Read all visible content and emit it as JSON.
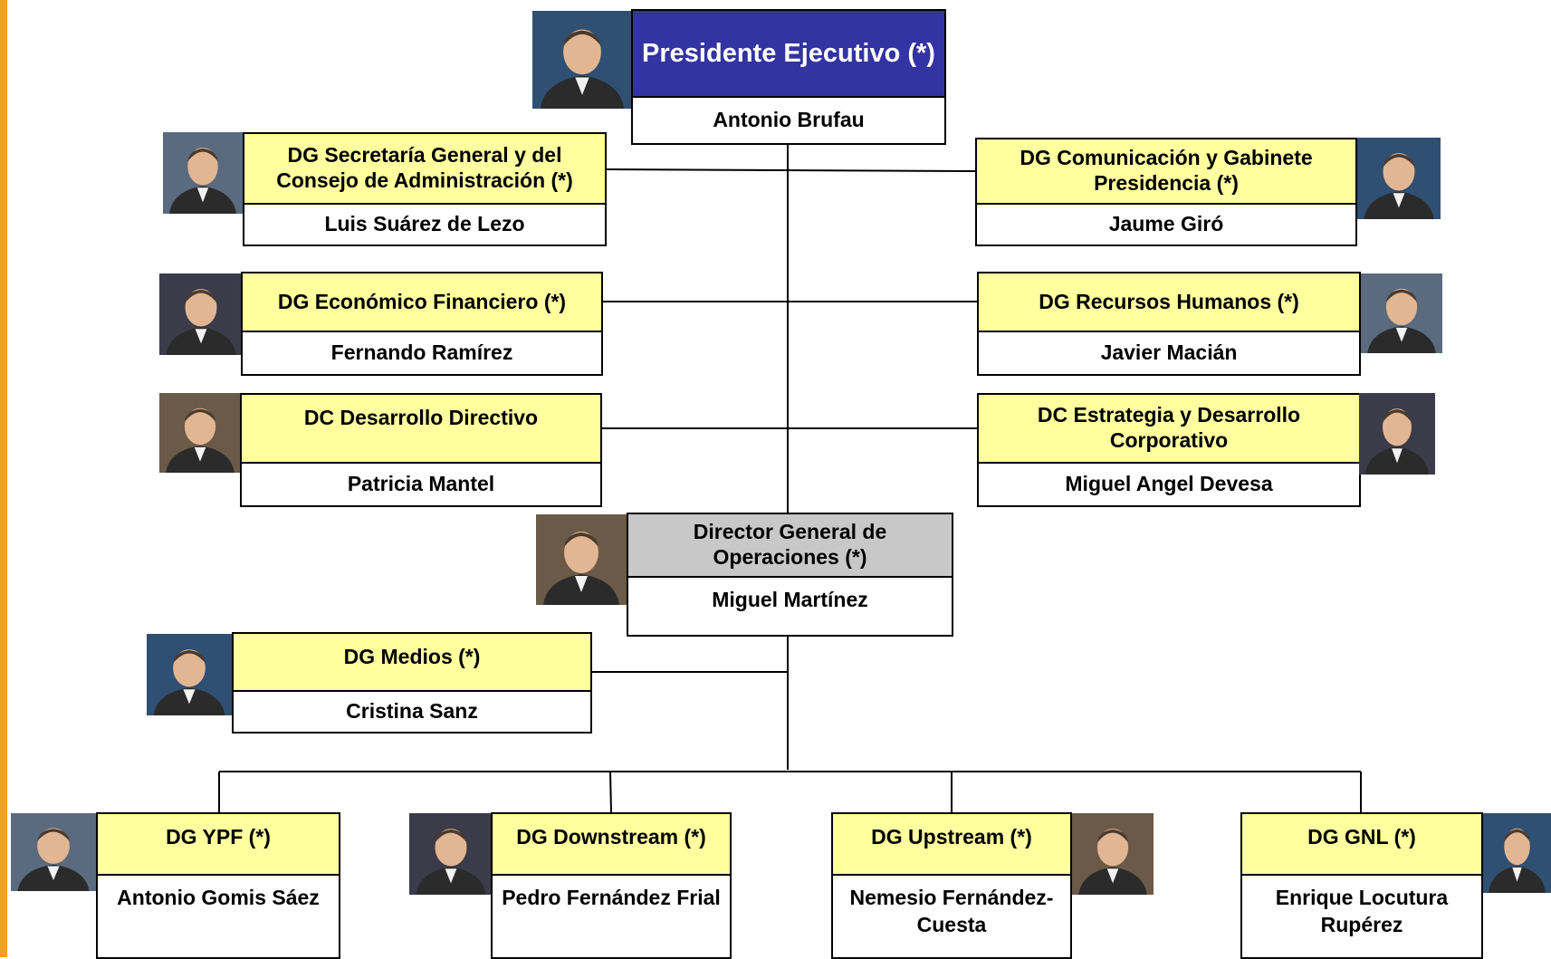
{
  "colors": {
    "accent_bar": "#f4a11e",
    "president_box": "#3333a3",
    "operations_box": "#c8c8c8",
    "director_box": "#ffffa0"
  },
  "president": {
    "title": "Presidente Ejecutivo (*)",
    "name": "Antonio Brufau",
    "photo": "portrait-photo"
  },
  "left_units": [
    {
      "title": "DG Secretaría General y del Consejo de Administración (*)",
      "name": "Luis Suárez de Lezo",
      "photo": "portrait-photo"
    },
    {
      "title": "DG Económico Financiero (*)",
      "name": "Fernando Ramírez",
      "photo": "portrait-photo"
    },
    {
      "title": "DC Desarrollo Directivo",
      "name": "Patricia Mantel",
      "photo": "portrait-photo"
    }
  ],
  "right_units": [
    {
      "title": "DG Comunicación y Gabinete Presidencia (*)",
      "name": "Jaume Giró",
      "photo": "portrait-photo"
    },
    {
      "title": "DG Recursos Humanos (*)",
      "name": "Javier Macián",
      "photo": "portrait-photo"
    },
    {
      "title": "DC Estrategia y Desarrollo Corporativo",
      "name": "Miguel Angel Devesa",
      "photo": "portrait-photo"
    }
  ],
  "operations": {
    "title": "Director General de Operaciones (*)",
    "name": "Miguel Martínez",
    "photo": "portrait-photo"
  },
  "medios": {
    "title": "DG Medios (*)",
    "name": "Cristina Sanz",
    "photo": "portrait-photo"
  },
  "bottom_units": [
    {
      "title": "DG YPF (*)",
      "name": "Antonio Gomis Sáez",
      "photo": "portrait-photo"
    },
    {
      "title": "DG Downstream (*)",
      "name": "Pedro Fernández Frial",
      "photo": "portrait-photo"
    },
    {
      "title": "DG Upstream (*)",
      "name": "Nemesio Fernández-Cuesta",
      "photo": "portrait-photo"
    },
    {
      "title": "DG GNL (*)",
      "name": "Enrique Locutura Rupérez",
      "photo": "portrait-photo"
    }
  ]
}
